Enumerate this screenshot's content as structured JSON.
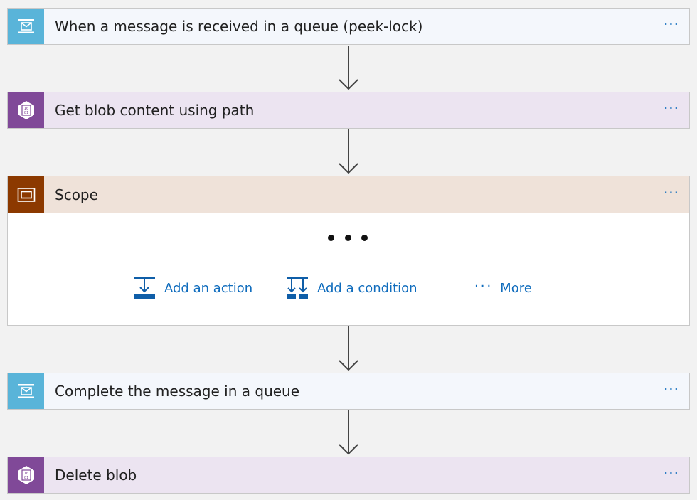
{
  "steps": [
    {
      "title": "When a message is received in a queue (peek-lock)",
      "icon": "service-bus-queue-icon",
      "menu": "···"
    },
    {
      "title": "Get blob content using path",
      "icon": "blob-storage-icon",
      "menu": "···"
    },
    {
      "title": "Scope",
      "icon": "scope-icon",
      "menu": "···"
    },
    {
      "title": "Complete the message in a queue",
      "icon": "service-bus-queue-icon",
      "menu": "···"
    },
    {
      "title": "Delete blob",
      "icon": "blob-storage-icon",
      "menu": "···"
    }
  ],
  "scope": {
    "add_action": "Add an action",
    "add_condition": "Add a condition",
    "more": "More",
    "more_dots": "···"
  },
  "colors": {
    "queue_icon_bg": "#59b4d9",
    "blob_icon_bg": "#804998",
    "scope_icon_bg": "#8c3900",
    "link": "#0f6cbd"
  }
}
